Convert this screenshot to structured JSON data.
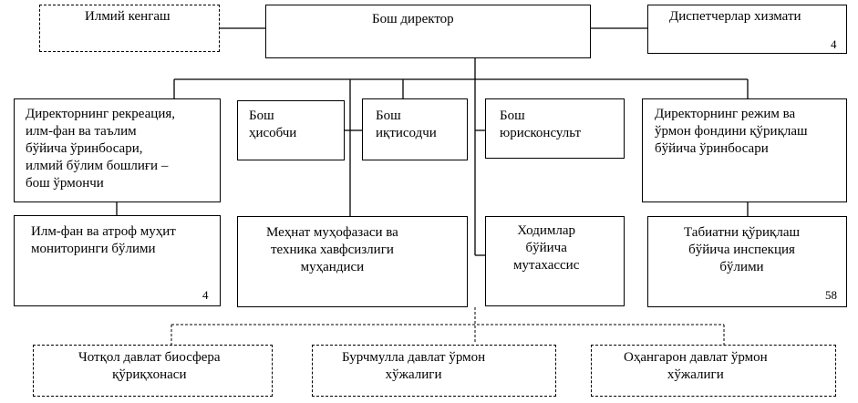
{
  "org_chart": {
    "top": {
      "scientific_council": "Илмий кенгаш",
      "director_general": "Бош директор",
      "dispatch_service": "Диспетчерлар хизмати",
      "dispatch_service_count": "4"
    },
    "deputies": {
      "recreation_deputy": "Директорнинг рекреация,\nилм-фан ва таълим\nбўйича ўринбосари,\nилмий бўлим бошлиғи –\nбош ўрмончи",
      "regime_deputy": "Директорнинг режим ва\nўрмон фондини қўриқлаш\nбўйича ўринбосари"
    },
    "staff": {
      "chief_accountant": "Бош\nҳисобчи",
      "chief_economist": "Бош\nиқтисодчи",
      "chief_legal": "Бош\nюрисконсульт"
    },
    "units": {
      "monitoring_department": "Илм-фан ва атроф муҳит\nмониторинги бўлими",
      "monitoring_department_count": "4",
      "safety_engineer": "Меҳнат муҳофазаси ва\nтехника хавфсизлиги\nмуҳандиси",
      "hr_specialist": "Ходимлар\nбўйича\nмутахассис",
      "inspection_department": "Табиатни қўриқлаш\nбўйича инспекция\nбўлими",
      "inspection_department_count": "58"
    },
    "subordinate": {
      "chatkal_reserve": "Чотқол давлат биосфера\nқўриқхонаси",
      "burchmulla_forestry": "Бурчмулла давлат ўрмон\nхўжалиги",
      "ohangaron_forestry": "Оҳангарон давлат ўрмон\nхўжалиги"
    }
  }
}
